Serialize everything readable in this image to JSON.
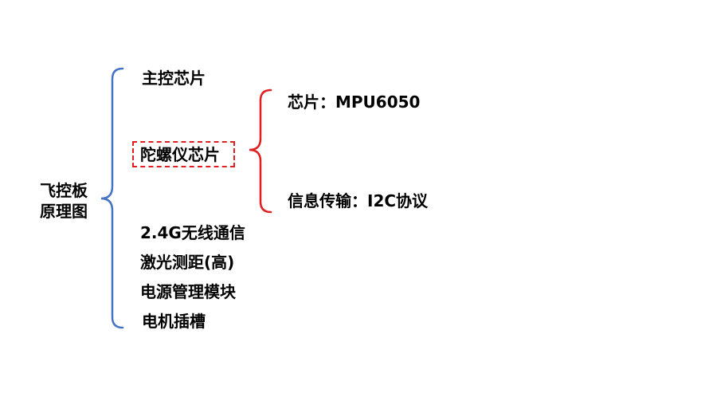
{
  "root": {
    "line1": "飞控板",
    "line2": "原理图"
  },
  "branches": [
    {
      "label": "主控芯片"
    },
    {
      "label": "陀螺仪芯片"
    },
    {
      "label": "2.4G无线通信"
    },
    {
      "label": "激光测距(高)"
    },
    {
      "label": "电源管理模块"
    },
    {
      "label": "电机插槽"
    }
  ],
  "gyro_details": [
    {
      "label": "芯片：MPU6050"
    },
    {
      "label": "信息传输：I2C协议"
    }
  ],
  "colors": {
    "main_bracket": "#4472c4",
    "sub_bracket": "#e02020",
    "highlight_border": "#e02020",
    "text": "#000000"
  }
}
